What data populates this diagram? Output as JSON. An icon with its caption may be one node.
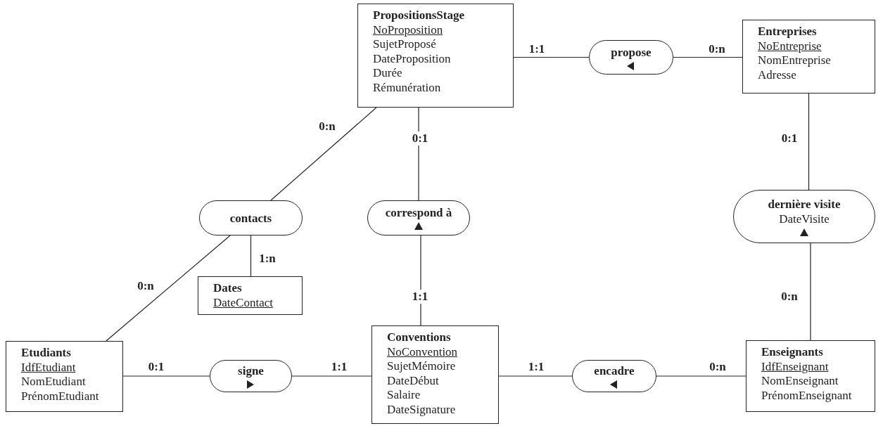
{
  "diagram": {
    "nodes": [
      {
        "text": [
          "PropositionsStage",
          "NoProposition",
          "SujetProposé",
          "DateProposition",
          "Durée",
          "Rémunération"
        ]
      },
      {
        "text": [
          "propose"
        ]
      },
      {
        "text": [
          "Entreprises",
          "NoEntreprise",
          "NomEntreprise",
          "Adresse"
        ]
      },
      {
        "text": [
          "contacts"
        ]
      },
      {
        "text": [
          "correspond à"
        ]
      },
      {
        "text": [
          "dernière visite",
          "DateVisite"
        ]
      },
      {
        "text": [
          "Dates",
          "DateContact"
        ]
      },
      {
        "text": [
          "Etudiants",
          "IdfEtudiant",
          "NomEtudiant",
          "PrénomEtudiant"
        ]
      },
      {
        "text": [
          "signe"
        ]
      },
      {
        "text": [
          "Conventions",
          "NoConvention",
          "SujetMémoire",
          "DateDébut",
          "Salaire",
          "DateSignature"
        ]
      },
      {
        "text": [
          "encadre"
        ]
      },
      {
        "text": [
          "Enseignants",
          "IdfEnseignant",
          "NomEnseignant",
          "PrénomEnseignant"
        ]
      }
    ],
    "edges": [
      {
        "from": 0,
        "to": 1,
        "arrow": "none",
        "label": "1:1"
      },
      {
        "from": 1,
        "to": 2,
        "arrow": "none",
        "label": "0:n"
      },
      {
        "from": 0,
        "to": 3,
        "arrow": "none",
        "label": "0:n"
      },
      {
        "from": 0,
        "to": 4,
        "arrow": "none",
        "label": "0:1"
      },
      {
        "from": 2,
        "to": 5,
        "arrow": "none",
        "label": "0:1"
      },
      {
        "from": 3,
        "to": 6,
        "arrow": "none",
        "label": "1:n"
      },
      {
        "from": 3,
        "to": 7,
        "arrow": "none",
        "label": "0:n"
      },
      {
        "from": 4,
        "to": 9,
        "arrow": "none",
        "label": "1:1"
      },
      {
        "from": 5,
        "to": 11,
        "arrow": "none",
        "label": "0:n"
      },
      {
        "from": 7,
        "to": 8,
        "arrow": "none",
        "label": "0:1"
      },
      {
        "from": 8,
        "to": 9,
        "arrow": "none",
        "label": "1:1"
      },
      {
        "from": 9,
        "to": 10,
        "arrow": "none",
        "label": "1:1"
      },
      {
        "from": 10,
        "to": 11,
        "arrow": "none",
        "label": "0:n"
      }
    ]
  }
}
